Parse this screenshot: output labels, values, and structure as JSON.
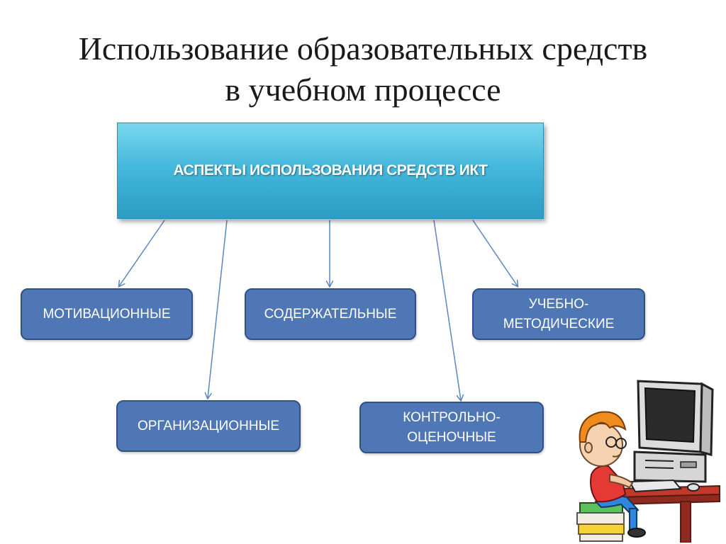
{
  "title": {
    "line1": "Использование образовательных средств",
    "line2": "в учебном процессе"
  },
  "root": {
    "label": "АСПЕКТЫ ИСПОЛЬЗОВАНИЯ СРЕДСТВ ИКТ",
    "color": "#45b9dc"
  },
  "nodes": {
    "motivational": {
      "label": "МОТИВАЦИОННЫЕ"
    },
    "content": {
      "label": "СОДЕРЖАТЕЛЬНЫЕ"
    },
    "methodical": {
      "line1": "УЧЕБНО-",
      "line2": "МЕТОДИЧЕСКИЕ"
    },
    "organizational": {
      "label": "ОРГАНИЗАЦИОННЫЕ"
    },
    "control": {
      "line1": "КОНТРОЛЬНО-",
      "line2": "ОЦЕНОЧНЫЕ"
    },
    "color": "#4f77b6"
  },
  "illustration": {
    "icon": "boy-at-computer-icon"
  }
}
